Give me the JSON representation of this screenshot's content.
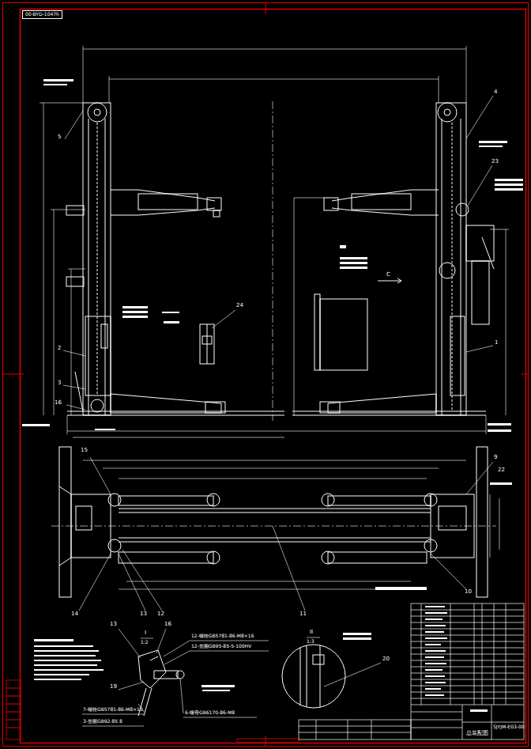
{
  "diagram": {
    "nodes": [
      {
        "text": [
          "00-BYD-1047h"
        ]
      }
    ],
    "labels": [
      "5",
      "2",
      "3",
      "16",
      "24",
      "4",
      "23",
      "1",
      "C",
      "15",
      "9",
      "22",
      "14",
      "13",
      "12",
      "11",
      "10",
      "13",
      "I",
      "1:2",
      "16",
      "12-螺栓GB5781-86-M8×16",
      "12-垫圈GB95-85-5-100HV",
      "19",
      "7-螺栓GB5781-86-M8×10",
      "3-垫圈GB92-85 8",
      "6-螺母GB6170-86-M8",
      "II",
      "1:3",
      "20",
      "总装配图",
      "SJYJM-E03-00"
    ]
  }
}
